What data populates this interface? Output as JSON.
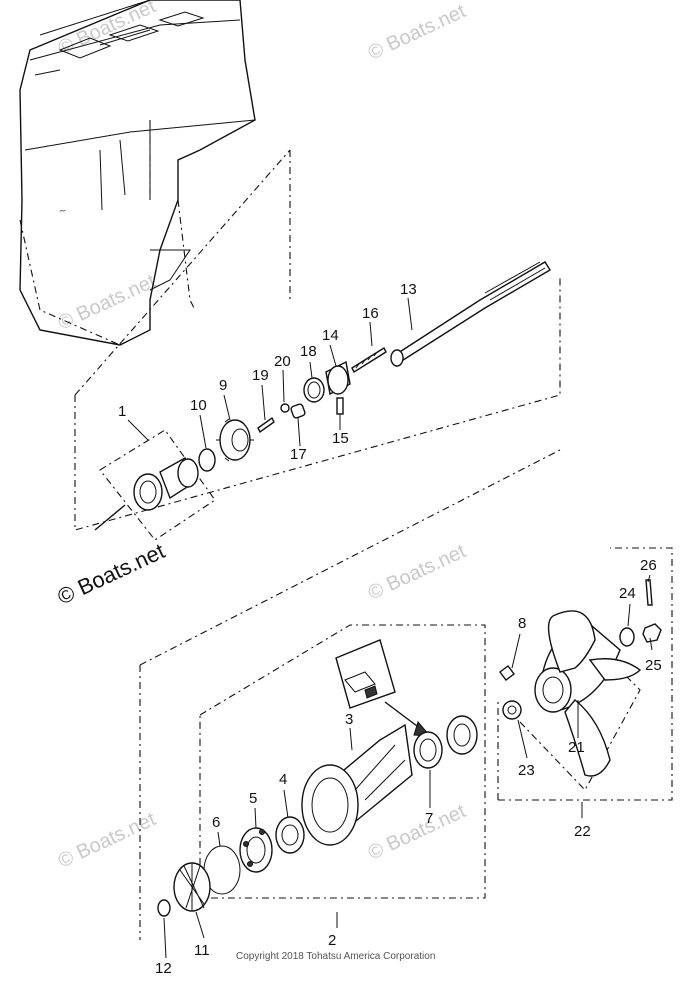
{
  "watermark": "© Boats.net",
  "copyright": "Copyright 2018 Tohatsu America Corporation",
  "callouts": {
    "p1": "1",
    "p2": "2",
    "p3": "3",
    "p4": "4",
    "p5": "5",
    "p6": "6",
    "p7": "7",
    "p8": "8",
    "p9": "9",
    "p10": "10",
    "p11": "11",
    "p12": "12",
    "p13": "13",
    "p14": "14",
    "p15": "15",
    "p16": "16",
    "p17": "17",
    "p18": "18",
    "p19": "19",
    "p20": "20",
    "p21": "21",
    "p22": "22",
    "p23": "23",
    "p24": "24",
    "p25": "25",
    "p26": "26"
  }
}
